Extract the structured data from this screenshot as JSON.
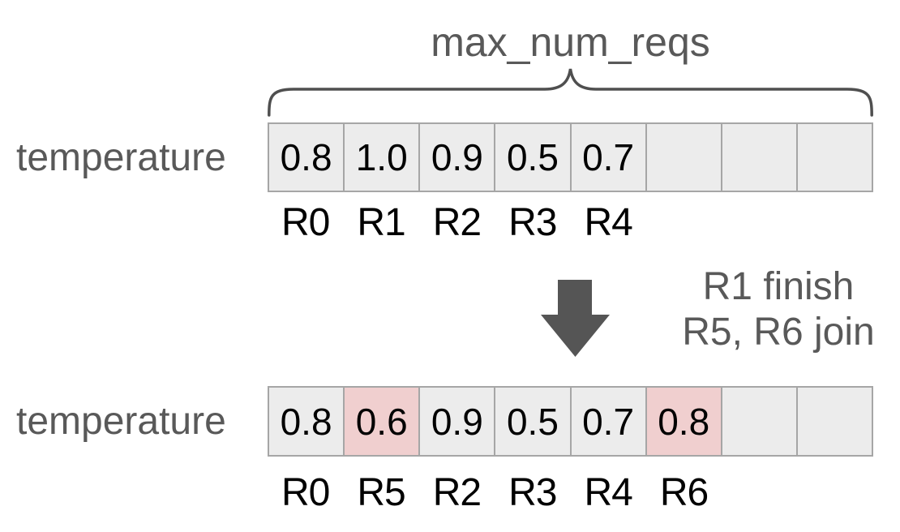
{
  "title": "max_num_reqs",
  "arrays": {
    "before": {
      "label": "temperature",
      "cells": [
        {
          "value": "0.8",
          "highlight": false
        },
        {
          "value": "1.0",
          "highlight": false
        },
        {
          "value": "0.9",
          "highlight": false
        },
        {
          "value": "0.5",
          "highlight": false
        },
        {
          "value": "0.7",
          "highlight": false
        },
        {
          "value": "",
          "highlight": false
        },
        {
          "value": "",
          "highlight": false
        },
        {
          "value": "",
          "highlight": false
        }
      ],
      "req_labels": [
        "R0",
        "R1",
        "R2",
        "R3",
        "R4",
        "",
        "",
        ""
      ]
    },
    "after": {
      "label": "temperature",
      "cells": [
        {
          "value": "0.8",
          "highlight": false
        },
        {
          "value": "0.6",
          "highlight": true
        },
        {
          "value": "0.9",
          "highlight": false
        },
        {
          "value": "0.5",
          "highlight": false
        },
        {
          "value": "0.7",
          "highlight": false
        },
        {
          "value": "0.8",
          "highlight": true
        },
        {
          "value": "",
          "highlight": false
        },
        {
          "value": "",
          "highlight": false
        }
      ],
      "req_labels": [
        "R0",
        "R5",
        "R2",
        "R3",
        "R4",
        "R6",
        "",
        ""
      ]
    }
  },
  "transition": {
    "arrow_icon": "down-block-arrow",
    "line1": "R1 finish",
    "line2": "R5, R6 join"
  },
  "colors": {
    "text_gray": "#595959",
    "cell_bg": "#ececec",
    "cell_highlight": "#f0cfcf",
    "border_gray": "#a6a6a6",
    "arrow_fill": "#555555",
    "brace_stroke": "#4f4f4f",
    "value_black": "#000000"
  }
}
